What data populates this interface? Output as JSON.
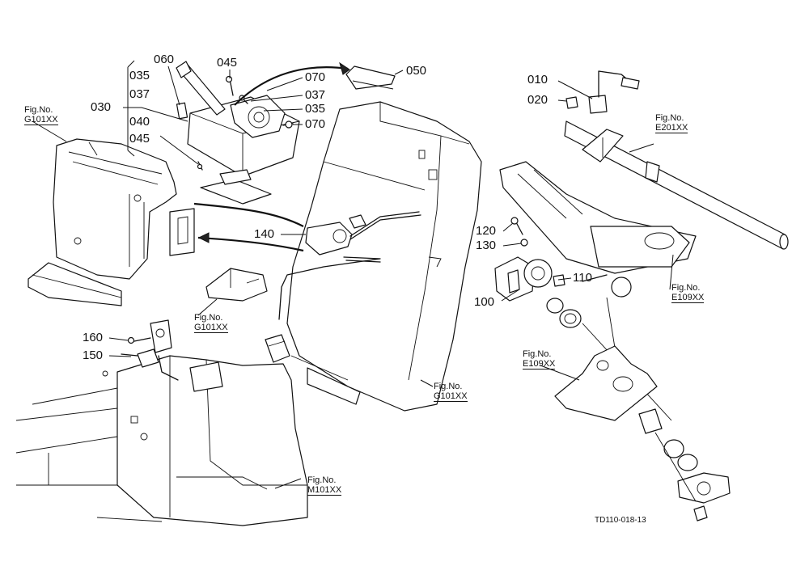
{
  "part_labels": {
    "p010": "010",
    "p020": "020",
    "p030": "030",
    "p035a": "035",
    "p035b": "035",
    "p037a": "037",
    "p037b": "037",
    "p040": "040",
    "p045a": "045",
    "p045b": "045",
    "p050": "050",
    "p060": "060",
    "p070a": "070",
    "p070b": "070",
    "p100": "100",
    "p110": "110",
    "p120": "120",
    "p130": "130",
    "p140": "140",
    "p150": "150",
    "p160": "160"
  },
  "figure_refs": {
    "g101_left": {
      "label": "Fig.No.",
      "code": "G101XX"
    },
    "g101_center": {
      "label": "Fig.No.",
      "code": "G101XX"
    },
    "g101_right": {
      "label": "Fig.No.",
      "code": "G101XX"
    },
    "m101": {
      "label": "Fig.No.",
      "code": "M101XX"
    },
    "e201": {
      "label": "Fig.No.",
      "code": "E201XX"
    },
    "e109_right": {
      "label": "Fig.No.",
      "code": "E109XX"
    },
    "e109_left": {
      "label": "Fig.No.",
      "code": "E109XX"
    }
  },
  "drawing_number": "TD110-018-13"
}
